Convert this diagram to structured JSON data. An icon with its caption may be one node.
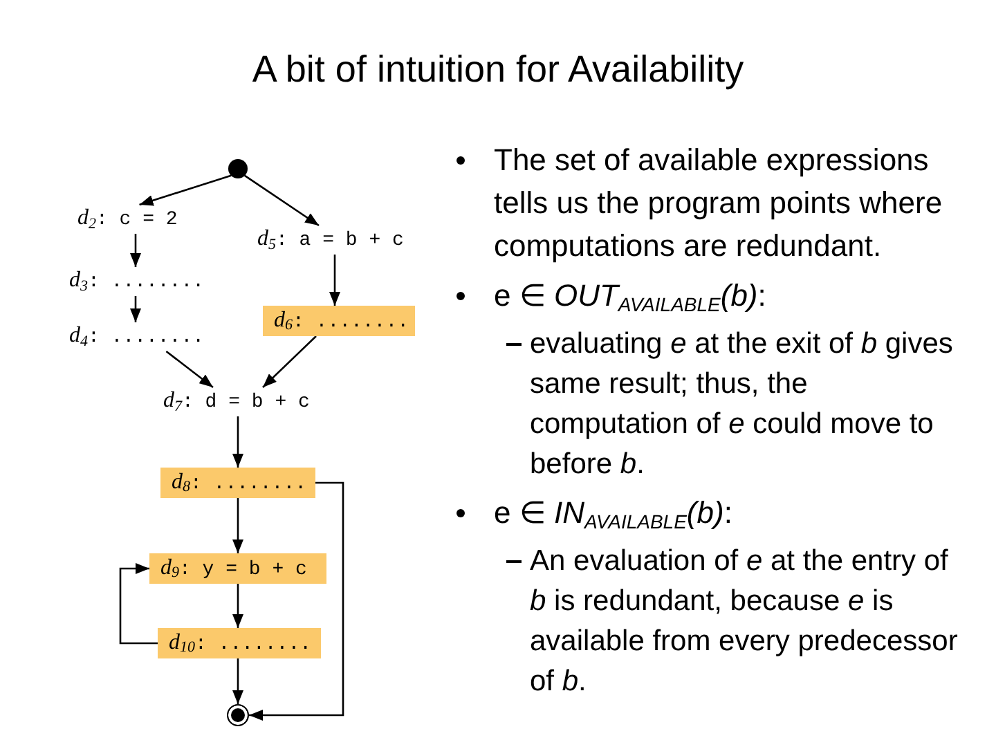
{
  "diagram": {
    "title": "A bit of intuition for Availability",
    "nodes": [
      {
        "text": [],
        "shape": "circle"
      },
      {
        "text": [
          "*d*$_{2}$: c = 2"
        ]
      },
      {
        "text": [
          "*d*$_{5}$: a = b + c"
        ]
      },
      {
        "text": [
          "*d*$_{3}$: ........"
        ]
      },
      {
        "text": [
          "*d*$_{6}$: ........"
        ]
      },
      {
        "text": [
          "*d*$_{4}$: ........"
        ]
      },
      {
        "text": [
          "*d*$_{7}$: d = b + c"
        ]
      },
      {
        "text": [
          "*d*$_{8}$: ........"
        ]
      },
      {
        "text": [
          "*d*$_{9}$: y = b + c"
        ]
      },
      {
        "text": [
          "*d*$_{10}$: ........"
        ]
      },
      {
        "text": [],
        "shape": "circle"
      }
    ],
    "edges": [
      {
        "from": 0,
        "to": 1,
        "arrow": "to"
      },
      {
        "from": 0,
        "to": 2,
        "arrow": "to"
      },
      {
        "from": 1,
        "to": 3,
        "arrow": "to"
      },
      {
        "from": 3,
        "to": 5,
        "arrow": "to"
      },
      {
        "from": 2,
        "to": 4,
        "arrow": "to"
      },
      {
        "from": 5,
        "to": 6,
        "arrow": "to"
      },
      {
        "from": 4,
        "to": 6,
        "arrow": "to"
      },
      {
        "from": 6,
        "to": 7,
        "arrow": "to"
      },
      {
        "from": 7,
        "to": 8,
        "arrow": "to"
      },
      {
        "from": 8,
        "to": 9,
        "arrow": "to"
      },
      {
        "from": 9,
        "to": 10,
        "arrow": "to"
      },
      {
        "from": 7,
        "to": 10,
        "arrow": "to"
      },
      {
        "from": 9,
        "to": 8,
        "arrow": "to"
      }
    ],
    "labels": [
      "The set of available expressions tells us the program points where computations are redundant.",
      "e ∈ *OUT*$_{AVAILABLE}$*(b)*:",
      "evaluating *e* at the exit of *b* gives same result; thus, the computation of *e* could move to before *b*.",
      "e ∈ *IN*$_{AVAILABLE}$*(b)*:",
      "An evaluation of *e* at the entry of *b* is redundant, because *e* is available from every predecessor of *b*."
    ]
  }
}
